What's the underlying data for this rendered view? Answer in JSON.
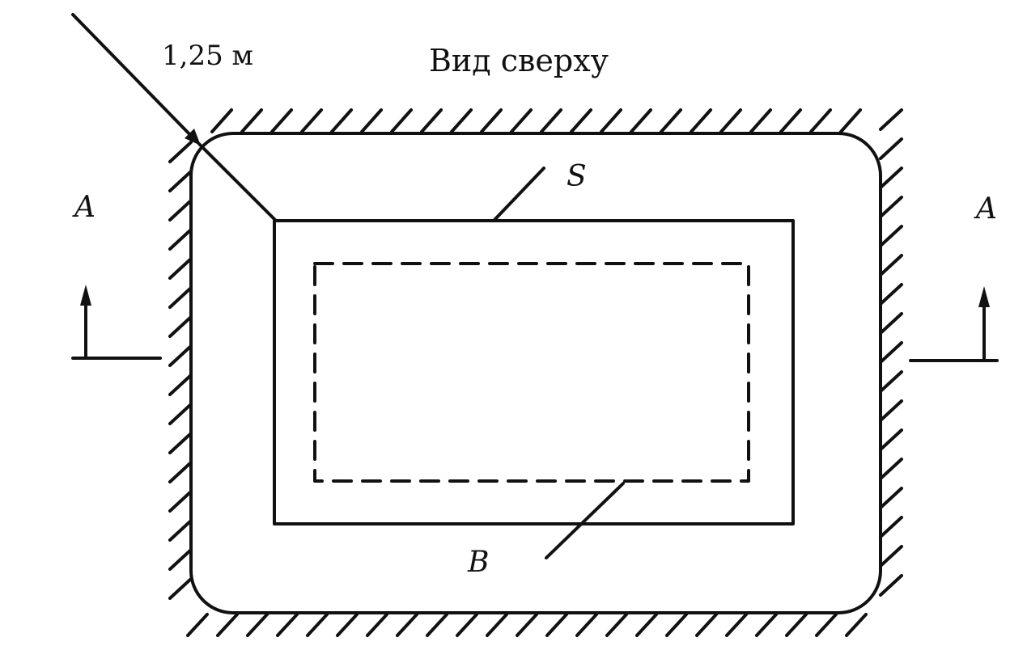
{
  "title": "Вид сверху",
  "dimension_label": "1,25 м",
  "labels": {
    "section_left": "A",
    "section_right": "A",
    "inner_outline": "S",
    "dashed_outline": "B"
  }
}
